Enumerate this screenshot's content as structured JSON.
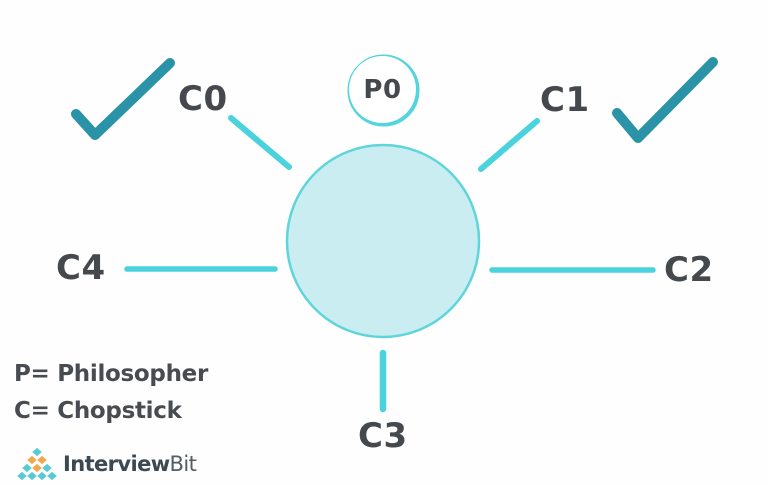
{
  "nodes": {
    "p0": "P0",
    "c0": "C0",
    "c1": "C1",
    "c2": "C2",
    "c3": "C3",
    "c4": "C4"
  },
  "legend": {
    "philosopher": "P= Philosopher",
    "chopstick": "C= Chopstick"
  },
  "logo": {
    "primary": "Interview",
    "secondary": "Bit"
  },
  "colors": {
    "chopstick": "#4ad2dd",
    "table_fill": "#c9edf0",
    "table_stroke": "#5ed5da",
    "philosopher_stroke": "#54d4db",
    "checkmark": "#2b93a8",
    "label_text": "#45494d",
    "logo_teal": "#57cbd4",
    "logo_orange": "#f2a74f"
  }
}
